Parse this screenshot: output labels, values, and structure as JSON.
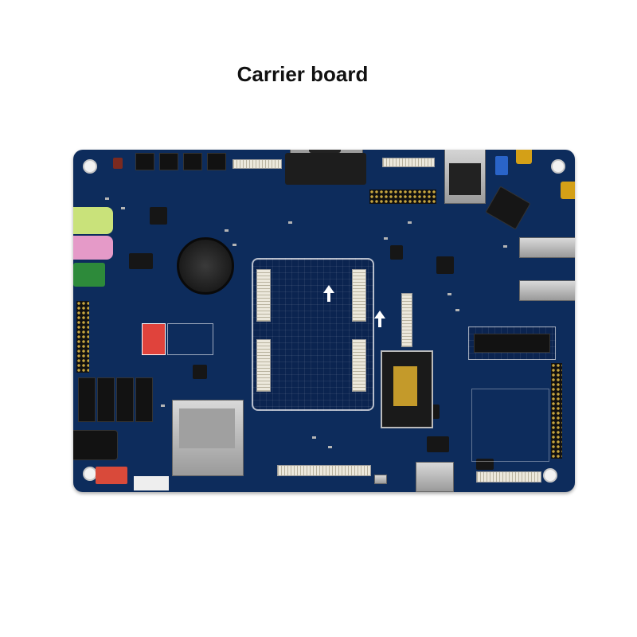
{
  "title": "Carrier board",
  "colors": {
    "board": "#0d2c5c",
    "audio_green": "#c9e27a",
    "audio_pink": "#e59ac8",
    "terminal_green": "#2d8a3a",
    "dip_switch": "#e0433c",
    "sma_gold": "#d4a017",
    "potentiometer": "#2a64c8"
  },
  "icons": [
    "coin-cell-battery",
    "sim-card-slot",
    "sd-card-slot",
    "usb-port",
    "hdmi-port",
    "ethernet-port",
    "db9-serial-port",
    "sma-antenna"
  ]
}
